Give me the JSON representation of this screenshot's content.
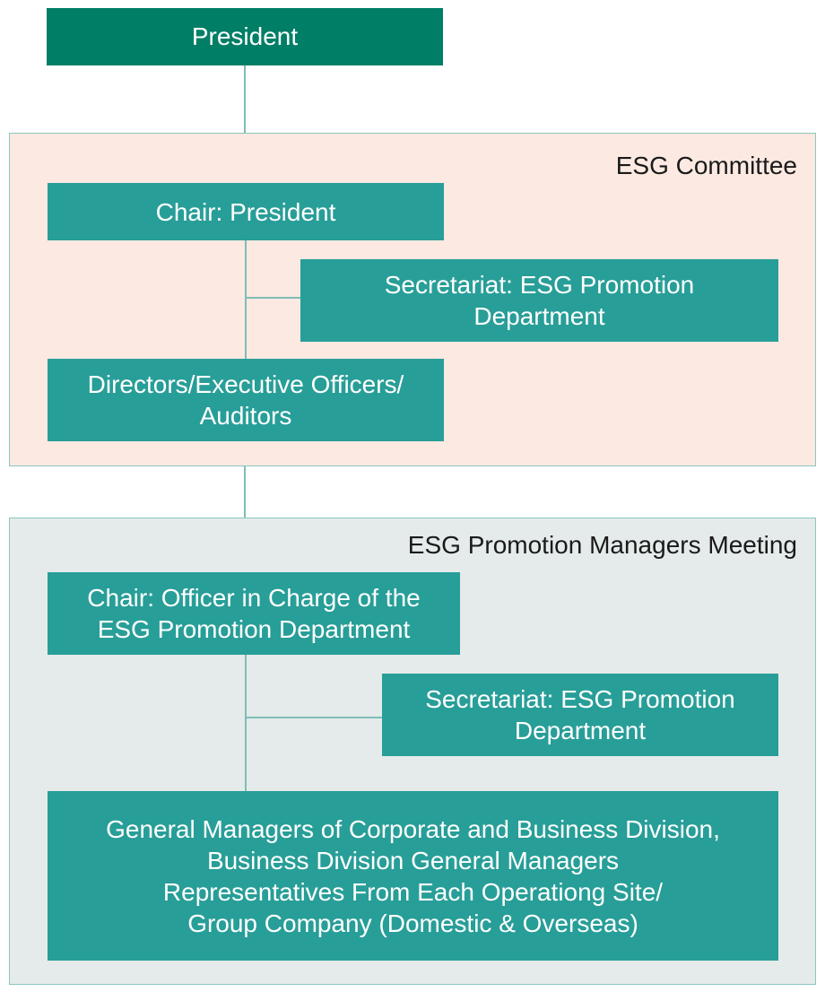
{
  "colors": {
    "president_box": "#017e66",
    "box": "#289e98",
    "committee_bg": "#fce9e1",
    "meeting_bg": "#e4ebea",
    "connector": "#7fbdb7"
  },
  "president": {
    "label": "President"
  },
  "esg_committee": {
    "title": "ESG Committee",
    "chair": "Chair: President",
    "secretariat": "Secretariat: ESG Promotion\nDepartment",
    "members": "Directors/Executive Officers/\nAuditors"
  },
  "promotion_meeting": {
    "title": "ESG Promotion Managers Meeting",
    "chair": "Chair: Officer in Charge of the\nESG Promotion Department",
    "secretariat": "Secretariat: ESG Promotion\nDepartment",
    "members": "General Managers of Corporate and Business Division,\nBusiness Division General Managers\nRepresentatives From Each Operationg Site/\nGroup Company (Domestic & Overseas)"
  }
}
